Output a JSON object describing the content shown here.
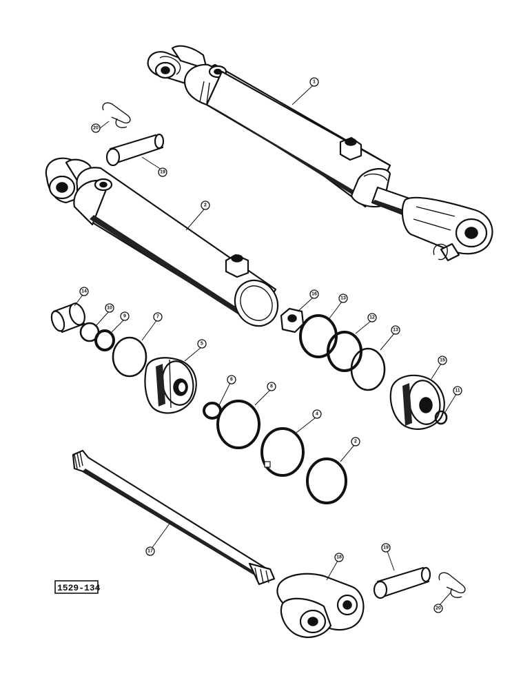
{
  "figure_id": "1529-134",
  "callouts": {
    "c1": "1",
    "c2a": "2",
    "c2b": "2",
    "c4": "4",
    "c5": "5",
    "c7": "7",
    "c8": "8",
    "c9": "9",
    "c6": "6",
    "c10": "10",
    "c11": "11",
    "c12": "12",
    "c13a": "13",
    "c13b": "13",
    "c14": "14",
    "c15": "15",
    "c16": "16",
    "c17": "17",
    "c18": "18",
    "c19a": "19",
    "c19b": "19",
    "c20a": "20",
    "c20b": "20"
  }
}
